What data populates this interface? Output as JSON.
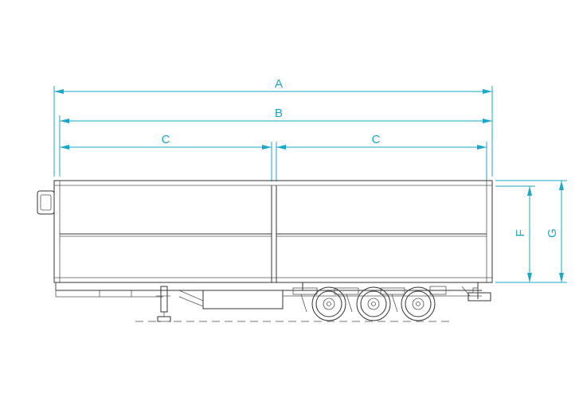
{
  "dimensions": {
    "A": "A",
    "B": "B",
    "C_left": "C",
    "C_right": "C",
    "F": "F",
    "G": "G"
  },
  "colors": {
    "dimension_line": "#1aa7c8",
    "drawing_line": "#333333"
  },
  "icons": {
    "refrigeration_unit": "reefer-unit-icon",
    "wheel": "wheel-icon"
  }
}
